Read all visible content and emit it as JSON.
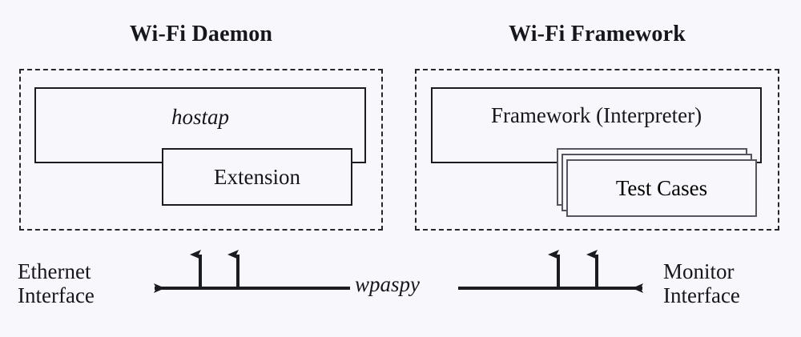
{
  "figure": {
    "background_color": "#f8f8fc",
    "line_color": "#1b1b22",
    "stack_line_color": "#55555f"
  },
  "sections": [
    {
      "id": "daemon",
      "title": "Wi-Fi Daemon",
      "boxes": [
        {
          "id": "hostap",
          "label": "hostap",
          "style": "italic"
        },
        {
          "id": "extension",
          "label": "Extension",
          "style": "regular"
        }
      ]
    },
    {
      "id": "framework",
      "title": "Wi-Fi Framework",
      "boxes": [
        {
          "id": "interpreter",
          "label": "Framework (Interpreter)",
          "style": "regular"
        },
        {
          "id": "testcases",
          "label": "Test Cases",
          "style": "regular",
          "stack_count": 3
        }
      ]
    }
  ],
  "interfaces": {
    "left": {
      "line1": "Ethernet",
      "line2": "Interface"
    },
    "right": {
      "line1": "Monitor",
      "line2": "Interface"
    }
  },
  "bus": {
    "label": "wpaspy",
    "style": "italic"
  },
  "connectors": [
    {
      "id": "bus-to-ethernet",
      "direction": "left",
      "target": "Ethernet Interface"
    },
    {
      "id": "bus-to-hostap",
      "direction": "up",
      "target": "hostap"
    },
    {
      "id": "bus-to-extension",
      "direction": "up",
      "target": "Extension"
    },
    {
      "id": "bus-to-framework",
      "direction": "up",
      "target": "Framework (Interpreter)"
    },
    {
      "id": "bus-to-testcases",
      "direction": "up",
      "target": "Test Cases"
    },
    {
      "id": "bus-to-monitor",
      "direction": "right",
      "target": "Monitor Interface"
    }
  ]
}
